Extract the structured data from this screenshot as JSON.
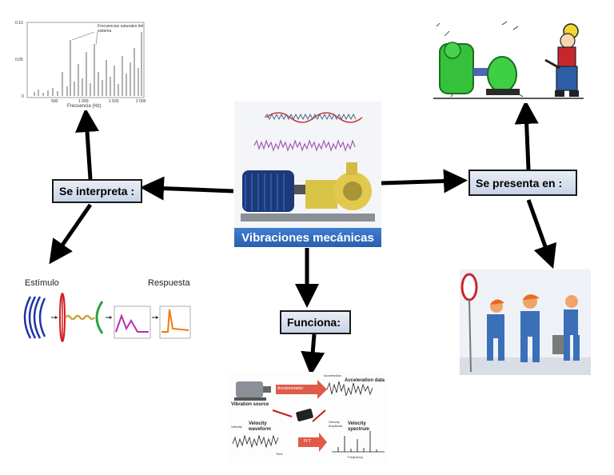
{
  "central": {
    "title": "Vibraciones mecánicas"
  },
  "labels": {
    "interpret": "Se interpreta :",
    "presents": "Se presenta en :",
    "works": "Funciona:"
  },
  "spectrum_image": {
    "annotation": "Frecuencias naturales del sistema",
    "xlabel": "Frecuencia (Hz)",
    "y_ticks": [
      "0.10",
      "0.05",
      "0"
    ],
    "x_ticks": [
      "500",
      "1 000",
      "1 500",
      "2 000"
    ]
  },
  "stimulus_image": {
    "left_label": "Estímulo",
    "right_label": "Respuesta"
  },
  "process_image": {
    "source": "Vibration source",
    "sensor": "Accelerometer",
    "accel_axis": "Acceleration",
    "accel_title": "Acceleration data",
    "velocity_axis": "Velocity",
    "velocity_title": "Velocity waveform",
    "transform": "FFT",
    "spectrum_axis": "Velocity amplitude",
    "spectrum_title": "Velocity spectrum",
    "time_label": "Time",
    "freq_label": "Frequency"
  },
  "colors": {
    "title_bar": "#2f6dc0",
    "label_box": "#d3dcea",
    "arrow": "#000000"
  }
}
